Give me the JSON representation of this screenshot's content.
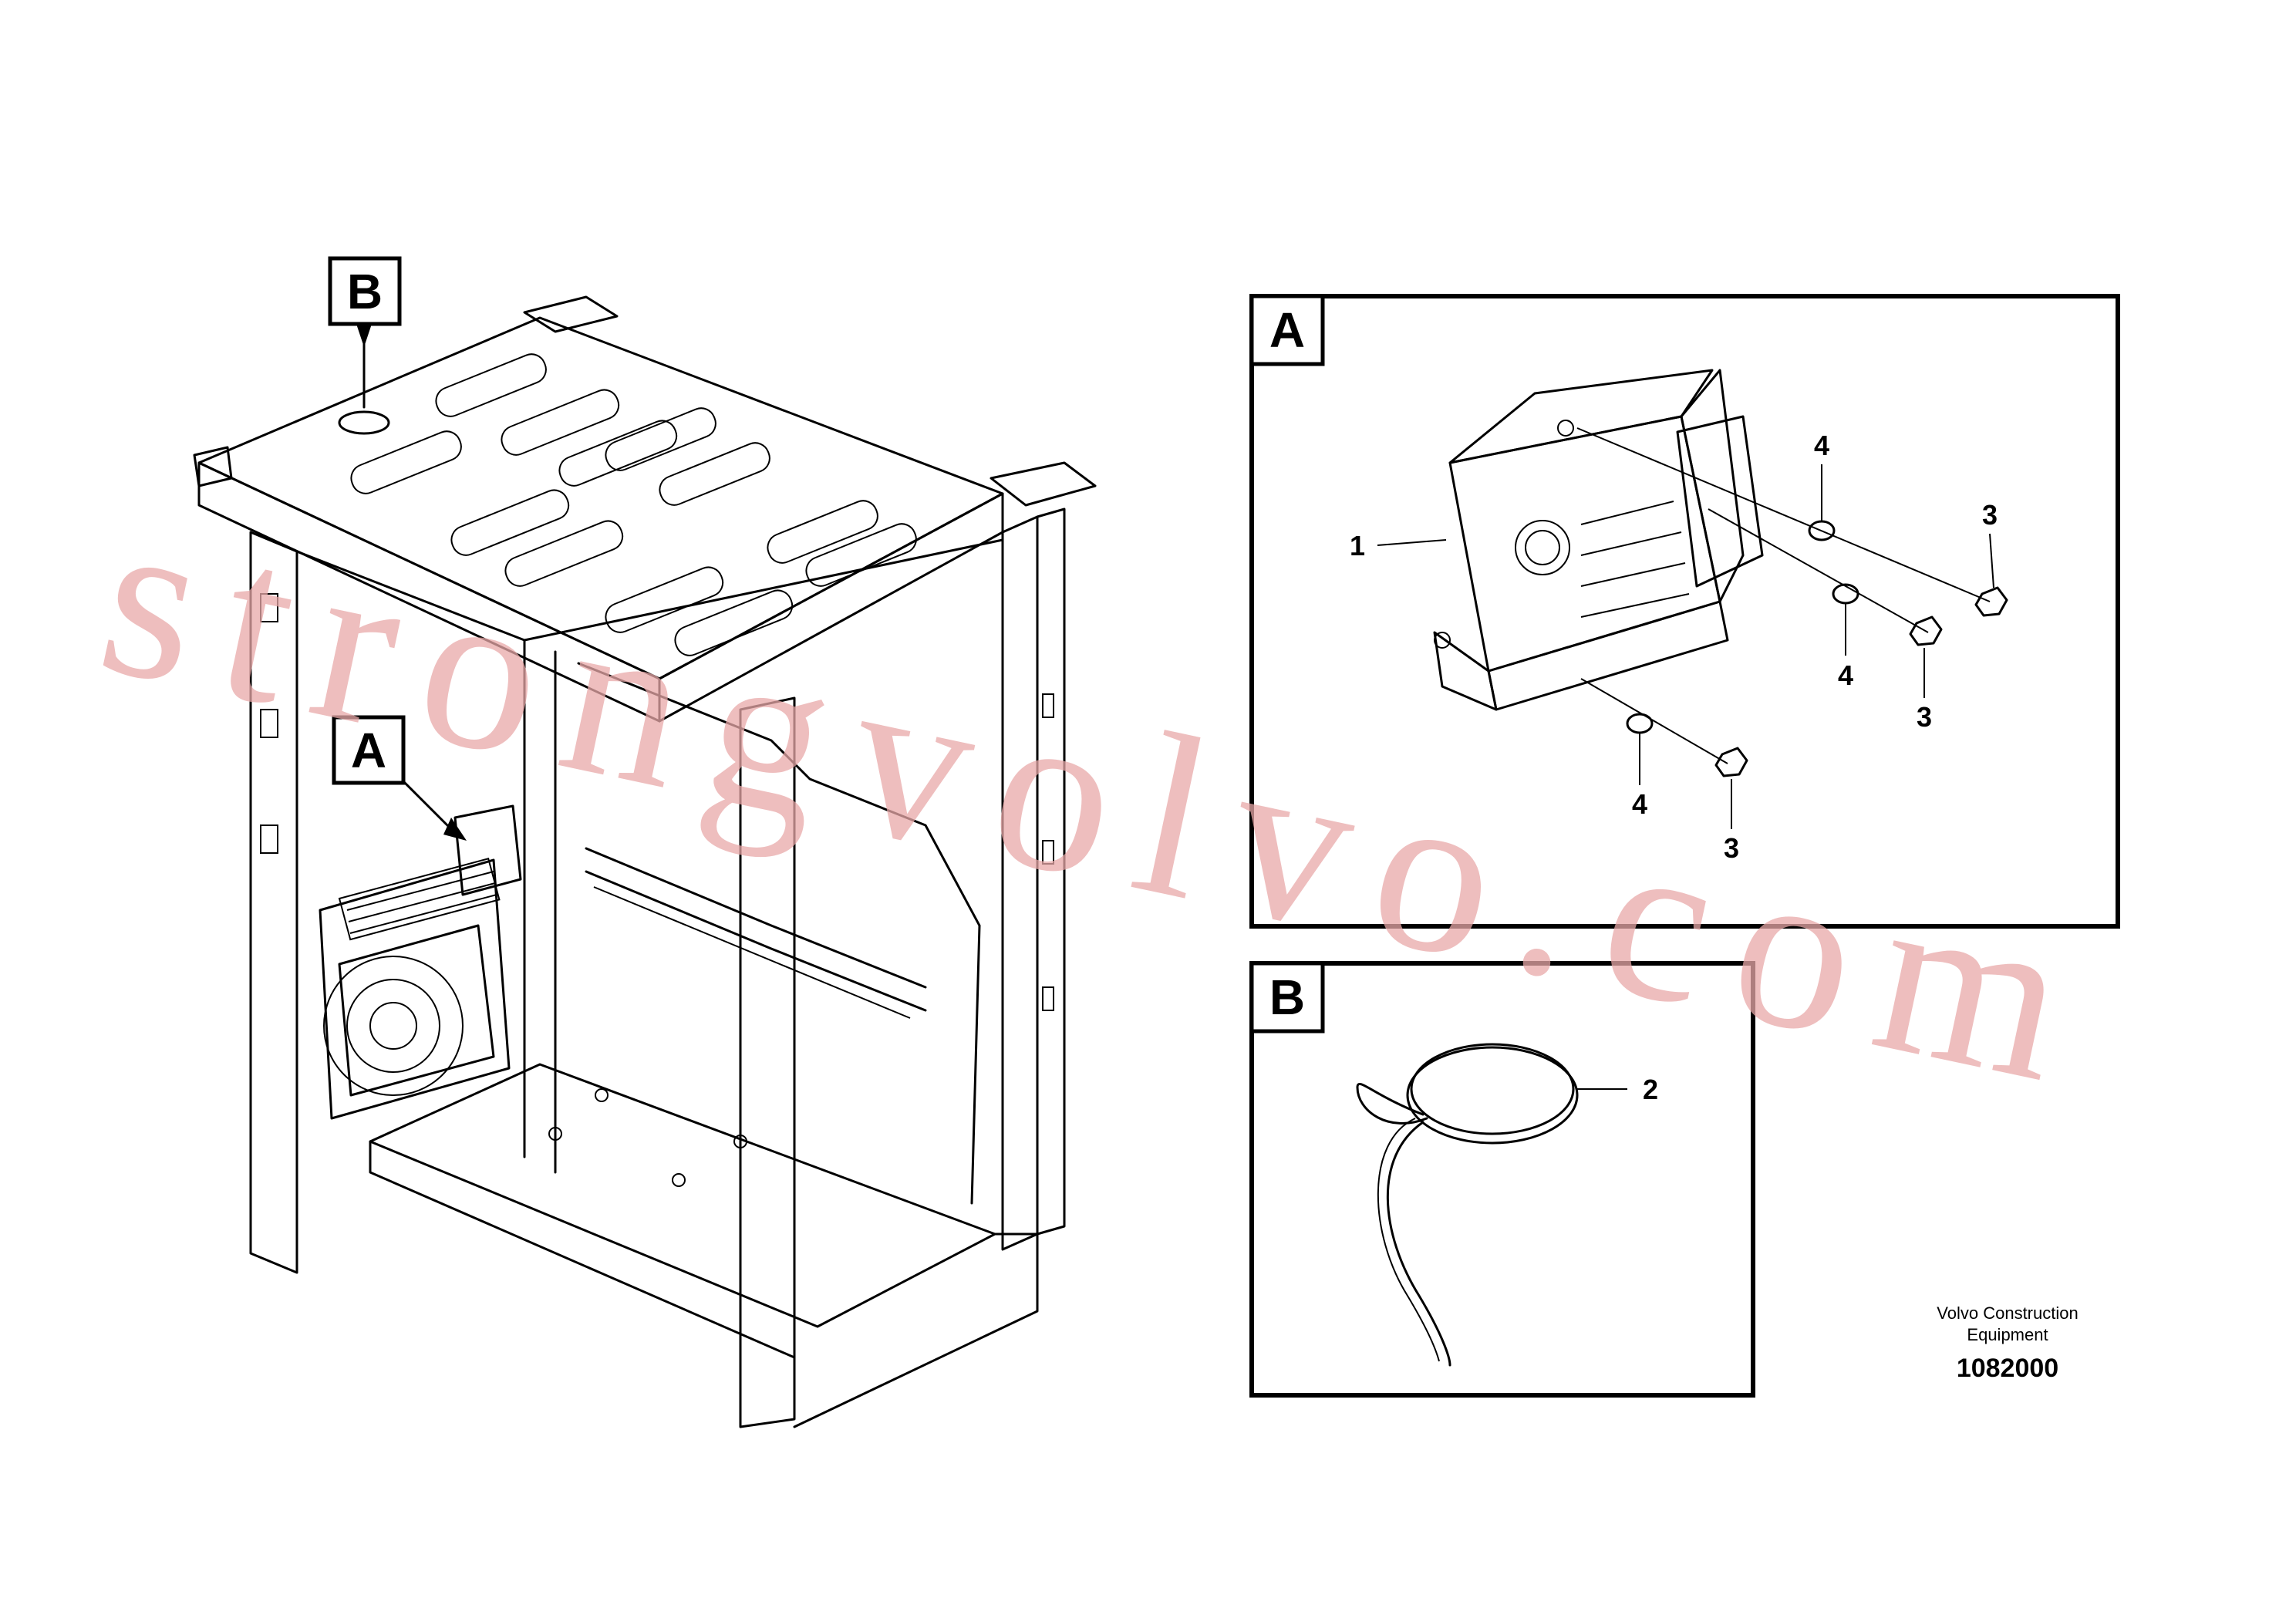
{
  "callouts": {
    "main_b": "B",
    "main_a": "A",
    "detail_a": "A",
    "detail_b": "B"
  },
  "parts": {
    "p1": "1",
    "p2": "2",
    "p3a": "3",
    "p3b": "3",
    "p3c": "3",
    "p4a": "4",
    "p4b": "4",
    "p4c": "4"
  },
  "footer": {
    "maker_line1": "Volvo Construction",
    "maker_line2": "Equipment",
    "code": "1082000"
  },
  "watermark": "strongvolvo.com",
  "colors": {
    "ink": "#000000",
    "watermark": "#e9a9a9"
  }
}
